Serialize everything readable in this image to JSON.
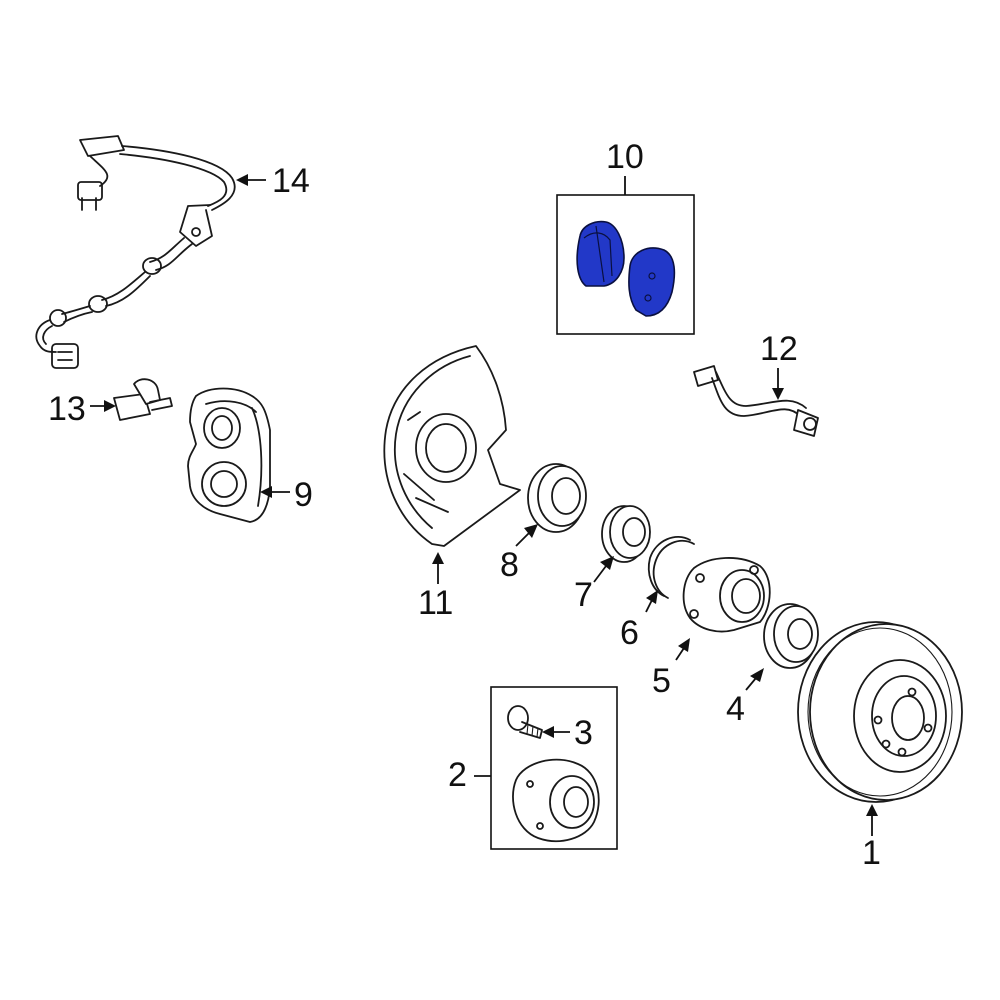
{
  "diagram": {
    "accent_color": "#2238c8",
    "callouts": [
      {
        "id": "1",
        "label": "1"
      },
      {
        "id": "2",
        "label": "2"
      },
      {
        "id": "3",
        "label": "3"
      },
      {
        "id": "4",
        "label": "4"
      },
      {
        "id": "5",
        "label": "5"
      },
      {
        "id": "6",
        "label": "6"
      },
      {
        "id": "7",
        "label": "7"
      },
      {
        "id": "8",
        "label": "8"
      },
      {
        "id": "9",
        "label": "9"
      },
      {
        "id": "10",
        "label": "10"
      },
      {
        "id": "11",
        "label": "11"
      },
      {
        "id": "12",
        "label": "12"
      },
      {
        "id": "13",
        "label": "13"
      },
      {
        "id": "14",
        "label": "14"
      }
    ]
  }
}
